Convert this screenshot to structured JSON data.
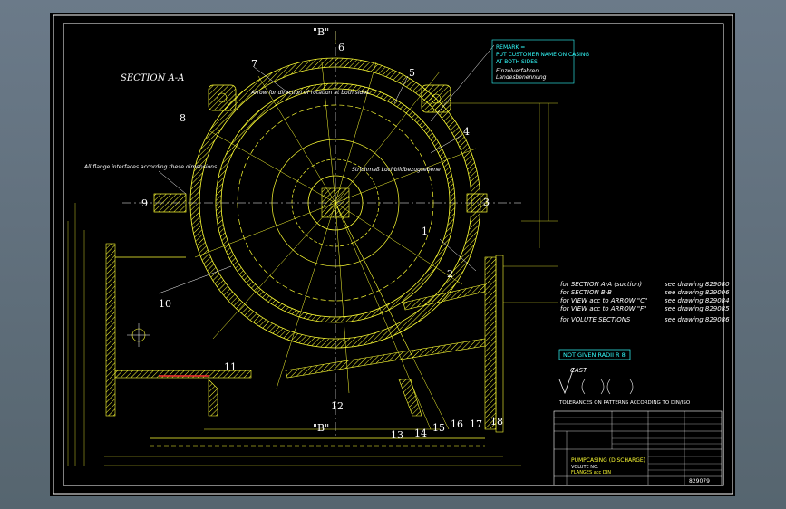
{
  "section_title": "SECTION A-A",
  "view_markers": {
    "top": "\"B\"",
    "bottom": "\"B\""
  },
  "parts": [
    "1",
    "2",
    "3",
    "4",
    "5",
    "6",
    "7",
    "8",
    "9",
    "10",
    "11",
    "12",
    "13",
    "14",
    "15",
    "16",
    "17",
    "18"
  ],
  "annotations": {
    "flange": "All flange interfaces according these dimensions",
    "arrows": "Arrow for direction of rotation at both sides",
    "center": "Strichmaß Lochbildbezugsebene",
    "remark_line1": "REMARK =",
    "remark_line2": "PUT CUSTOMER NAME ON CASING",
    "remark_line3": "AT BOTH SIDES",
    "remark_line4": "Einzelverfahren",
    "remark_line5": "Landesbenennung"
  },
  "notes": [
    {
      "label": "for SECTION A-A (suction)",
      "ref": "see drawing 829080"
    },
    {
      "label": "for SECTION B-B",
      "ref": "see drawing 829006"
    },
    {
      "label": "for VIEW acc to ARROW \"C\"",
      "ref": "see drawing 829084"
    },
    {
      "label": "for VIEW acc to ARROW \"F\"",
      "ref": "see drawing 829085"
    },
    {
      "label": "for VOLUTE SECTIONS",
      "ref": "see drawing 829086"
    }
  ],
  "not_given_radii": "NOT GIVEN RADII R 8",
  "cast_label": "CAST",
  "tolerances": "TOLERANCES ON PATTERNS ACCORDING TO DIN/ISO",
  "title_block": {
    "title": "PUMPCASING (DISCHARGE)",
    "subtitle": "VOLUTE NO.",
    "line2": "FLANGES acc DIN",
    "drawing_no": "829079"
  },
  "colors": {
    "background": "#000000",
    "geometry": "#ffff33",
    "text": "#ffffff",
    "note": "#33ffff",
    "accent": "#ff3333"
  }
}
